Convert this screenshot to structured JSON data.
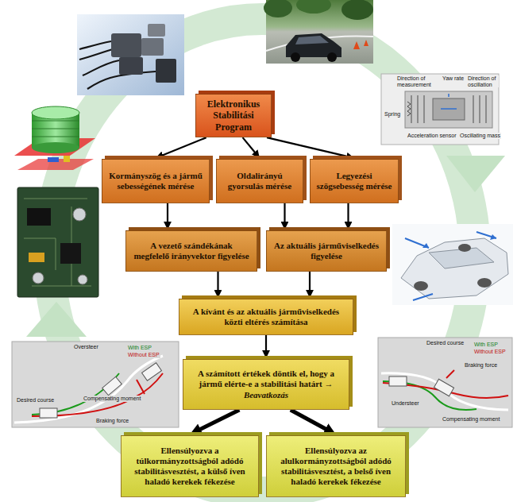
{
  "diagram": {
    "nodes": [
      {
        "text": [
          "Elektronikus Stabilitási Program"
        ]
      },
      {
        "text": [
          "Kormányszög és a jármű sebességének mérése"
        ]
      },
      {
        "text": [
          "Oldalirányú gyorsulás mérése"
        ]
      },
      {
        "text": [
          "Legyezési szögsebesség mérése"
        ]
      },
      {
        "text": [
          "A vezető szándékának megfelelő irányvektor figyelése"
        ]
      },
      {
        "text": [
          "Az aktuális járműviselkedés figyelése"
        ]
      },
      {
        "text": [
          "A kívánt és az aktuális járműviselkedés közti eltérés számítása"
        ]
      },
      {
        "text": [
          "A számított értékek döntik el, hogy a jármű elérte-e a stabilitási határt →",
          "Beavatkozás"
        ]
      },
      {
        "text": [
          "Ellensúlyozva a túlkormányzottságból adódó stabilitásvesztést, a külső íven haladó kerekek fékezése"
        ]
      },
      {
        "text": [
          "Ellensúlyozva az alulkormányzottságból adódó stabilitásvesztést, a belső íven haladó kerekek fékezése"
        ]
      }
    ],
    "edges": [
      {
        "from": 0,
        "to": 1,
        "arrow": "to"
      },
      {
        "from": 0,
        "to": 2,
        "arrow": "to"
      },
      {
        "from": 0,
        "to": 3,
        "arrow": "to"
      },
      {
        "from": 1,
        "to": 4,
        "arrow": "to"
      },
      {
        "from": 2,
        "to": 5,
        "arrow": "to"
      },
      {
        "from": 3,
        "to": 5,
        "arrow": "to"
      },
      {
        "from": 4,
        "to": 6,
        "arrow": "to"
      },
      {
        "from": 5,
        "to": 6,
        "arrow": "to"
      },
      {
        "from": 6,
        "to": 7,
        "arrow": "to"
      },
      {
        "from": 7,
        "to": 8,
        "arrow": "to"
      },
      {
        "from": 7,
        "to": 9,
        "arrow": "to"
      }
    ],
    "labels": [
      "Direction of measurement",
      "Yaw rate",
      "Direction of oscillation",
      "Spring",
      "Acceleration sensor",
      "Oscillating mass",
      "Oversteer",
      "With ESP",
      "Without ESP",
      "Desired course",
      "Compensating moment",
      "Braking force",
      "Desired course",
      "With ESP",
      "Without ESP",
      "Braking force",
      "Understeer",
      "Compensating moment"
    ]
  }
}
